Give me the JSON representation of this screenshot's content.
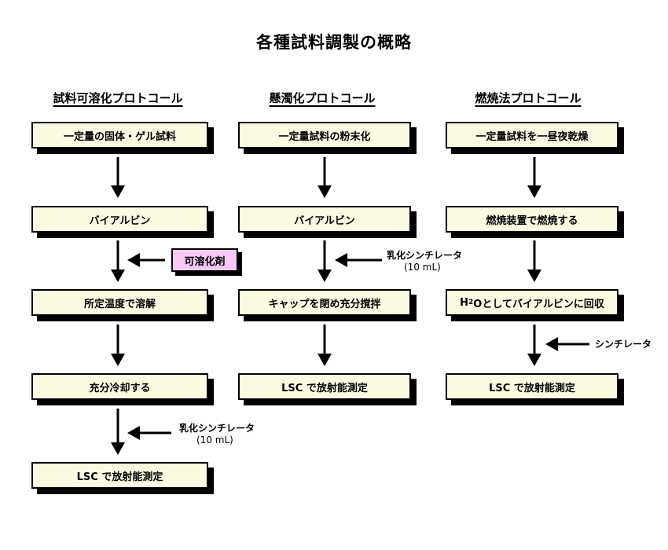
{
  "title": "各種試料調製の概略",
  "columns": [
    {
      "heading": "試料可溶化プロトコール",
      "steps": [
        "一定量の固体・ゲル試料",
        "バイアルビン",
        "所定温度で溶解",
        "充分冷却する",
        "LSC で放射能測定"
      ],
      "reagent_box": "可溶化剤",
      "note_line1": "乳化シンチレータ",
      "note_line2": "(10 mL)"
    },
    {
      "heading": "懸濁化プロトコール",
      "steps": [
        "一定量試料の粉末化",
        "バイアルビン",
        "キャップを閉め充分撹拌",
        "LSC で放射能測定"
      ],
      "note_line1": "乳化シンチレータ",
      "note_line2": "(10 mL)"
    },
    {
      "heading": "燃焼法プロトコール",
      "steps": [
        "一定量試料を一昼夜乾燥",
        "燃焼装置で燃焼する",
        "H",
        "2",
        "Oとしてバイアルビンに回収",
        "LSC で放射能測定"
      ],
      "note": "シンチレータ"
    }
  ],
  "colors": {
    "box_fill": "#fbfbe2",
    "reagent_fill": "#f8c8f6",
    "shadow": "#000000"
  }
}
